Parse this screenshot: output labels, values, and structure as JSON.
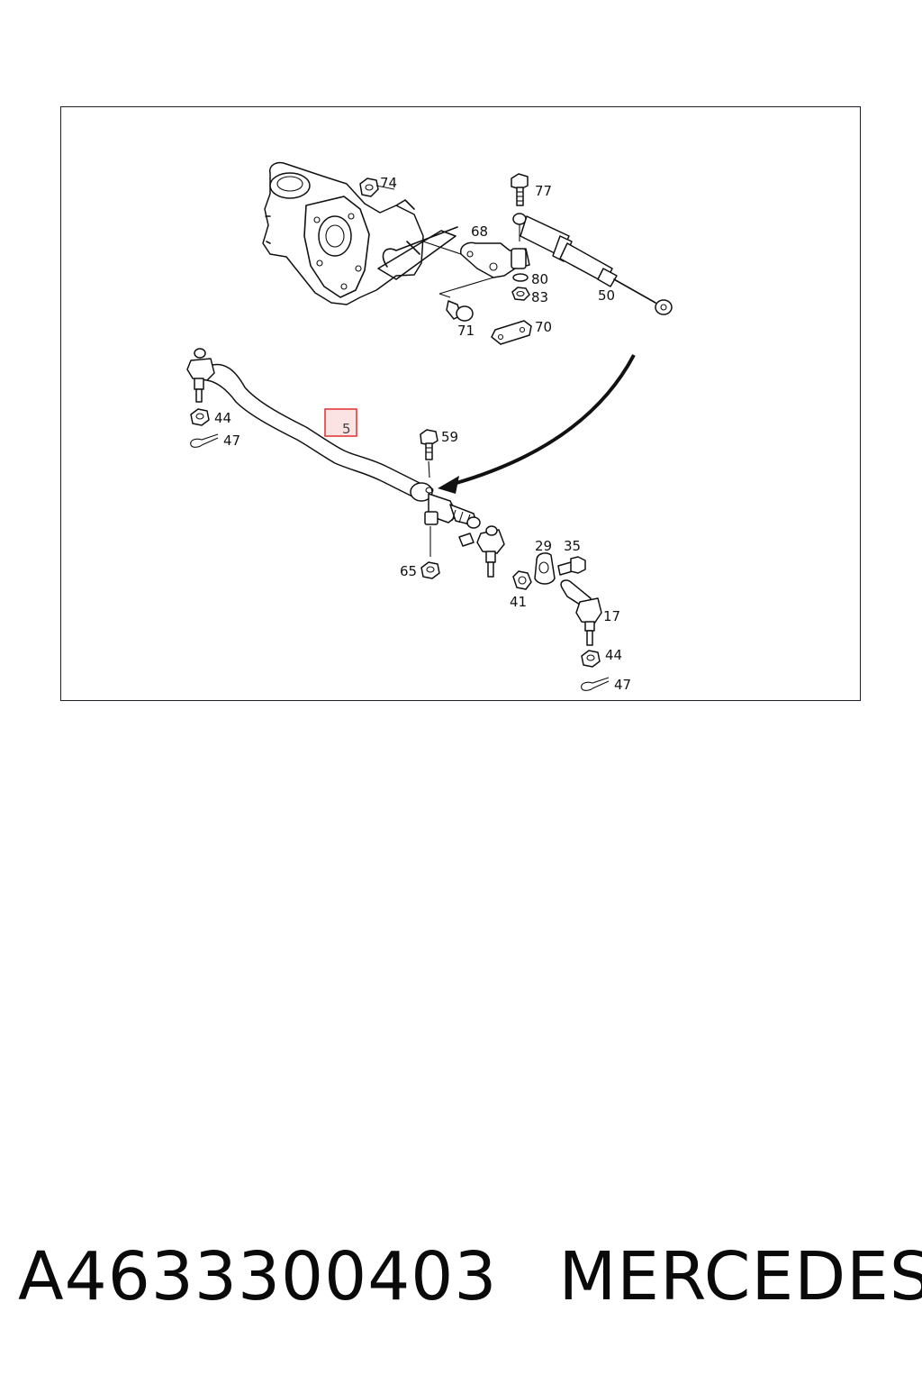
{
  "diagram": {
    "highlight_color": "#e23b3b",
    "highlight_fill": "#fbe3e3",
    "labels": {
      "p74": "74",
      "p77": "77",
      "p68": "68",
      "p80": "80",
      "p83": "83",
      "p50": "50",
      "p71": "71",
      "p70": "70",
      "p5": "5",
      "p44a": "44",
      "p47a": "47",
      "p59": "59",
      "p65": "65",
      "p29": "29",
      "p35": "35",
      "p41": "41",
      "p17": "17",
      "p44b": "44",
      "p47b": "47"
    }
  },
  "footer": {
    "part_number": "A4633300403",
    "brand": "MERCEDES"
  }
}
